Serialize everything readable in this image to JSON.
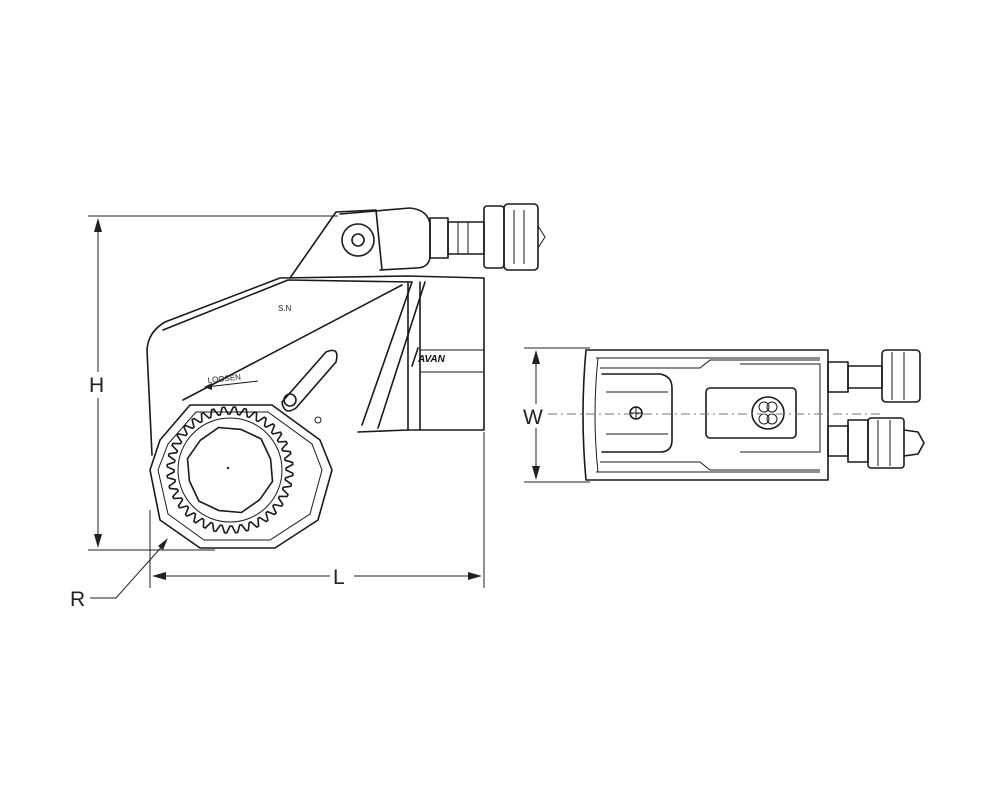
{
  "dimensions": {
    "height_label": "H",
    "length_label": "L",
    "radius_label": "R",
    "width_label": "W"
  },
  "tool_markings": {
    "serial": "S.N",
    "direction": "LOOSEN",
    "brand": "AVAN"
  },
  "colors": {
    "line": "#1a1a1a",
    "background": "#ffffff",
    "centerline": "#777777"
  }
}
